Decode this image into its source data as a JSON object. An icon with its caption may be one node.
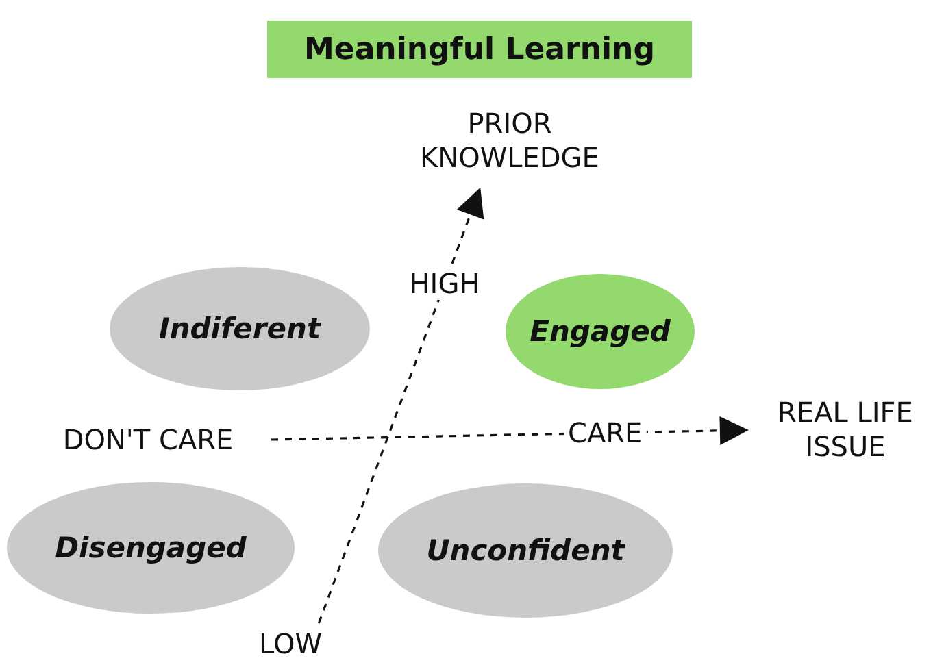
{
  "diagram": {
    "title": "Meaningful Learning",
    "nodes": [
      {
        "text": [
          "PRIOR KNOWLEDGE"
        ]
      },
      {
        "text": [
          "Indiferent"
        ]
      },
      {
        "text": [
          "Engaged"
        ]
      },
      {
        "text": [
          "DON'T CARE"
        ]
      },
      {
        "text": [
          "REAL LIFE ISSUE"
        ]
      },
      {
        "text": [
          "Disengaged"
        ]
      },
      {
        "text": [
          "Unconfident"
        ]
      },
      {
        "text": [
          "LOW"
        ]
      }
    ],
    "edges": [
      {
        "from": 7,
        "to": 0,
        "arrow": "to",
        "label": "HIGH",
        "style": "dashed"
      },
      {
        "from": 3,
        "to": 4,
        "arrow": "to",
        "label": "CARE",
        "style": "dashed"
      }
    ]
  }
}
